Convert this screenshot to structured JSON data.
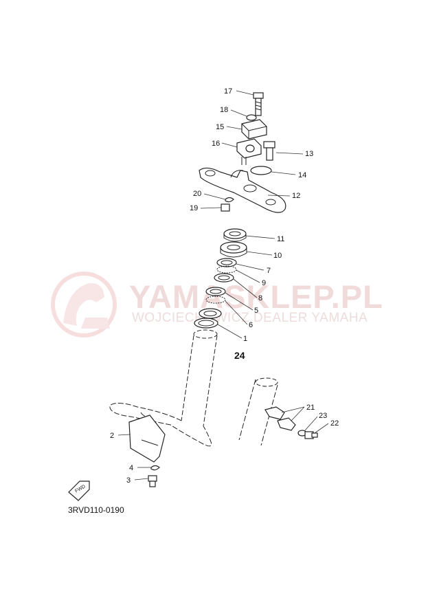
{
  "watermark": {
    "title": "YAMASKLEP.PL",
    "subtitle": "WOJCIECHOWICZ DEALER YAMAHA"
  },
  "labels": {
    "p1": "1",
    "p2": "2",
    "p3": "3",
    "p4": "4",
    "p5": "5",
    "p6": "6",
    "p7": "7",
    "p8": "8",
    "p9": "9",
    "p10": "10",
    "p11": "11",
    "p12": "12",
    "p13": "13",
    "p14": "14",
    "p15": "15",
    "p16": "16",
    "p17": "17",
    "p18": "18",
    "p19": "19",
    "p20": "20",
    "p21": "21",
    "p22": "22",
    "p23": "23",
    "p24": "24"
  },
  "fwd_label": "FWD",
  "diagram_code": "3RVD110-0190",
  "colors": {
    "line": "#222222",
    "watermark": "#f0dada",
    "logo": "#f3d6d6"
  }
}
